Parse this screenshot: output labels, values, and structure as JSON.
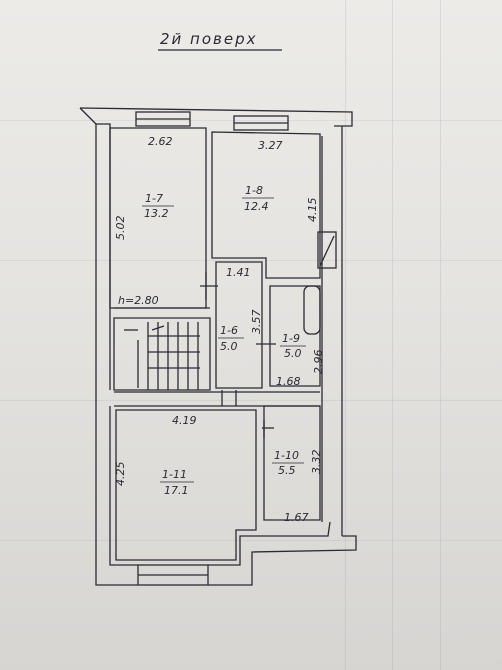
{
  "title": "2й поверх",
  "rooms": [
    {
      "id": "1-7",
      "area": "13.2"
    },
    {
      "id": "1-8",
      "area": "12.4"
    },
    {
      "id": "1-6",
      "area": "5.0"
    },
    {
      "id": "1-9",
      "area": "5.0"
    },
    {
      "id": "1-11",
      "area": "17.1"
    },
    {
      "id": "1-10",
      "area": "5.5"
    }
  ],
  "dimensions": {
    "d262": "2.62",
    "d327": "3.27",
    "d502": "5.02",
    "d415": "4.15",
    "d141": "1.41",
    "d357": "3.57",
    "d296": "2.96",
    "d168": "1.68",
    "d419": "4.19",
    "d425": "4.25",
    "d332": "3.32",
    "d167": "1.67"
  },
  "height_note": "h=2.80",
  "colors": {
    "ink": "#2b2b33",
    "paper": "#ecebe8",
    "wall": "#ffffff"
  }
}
